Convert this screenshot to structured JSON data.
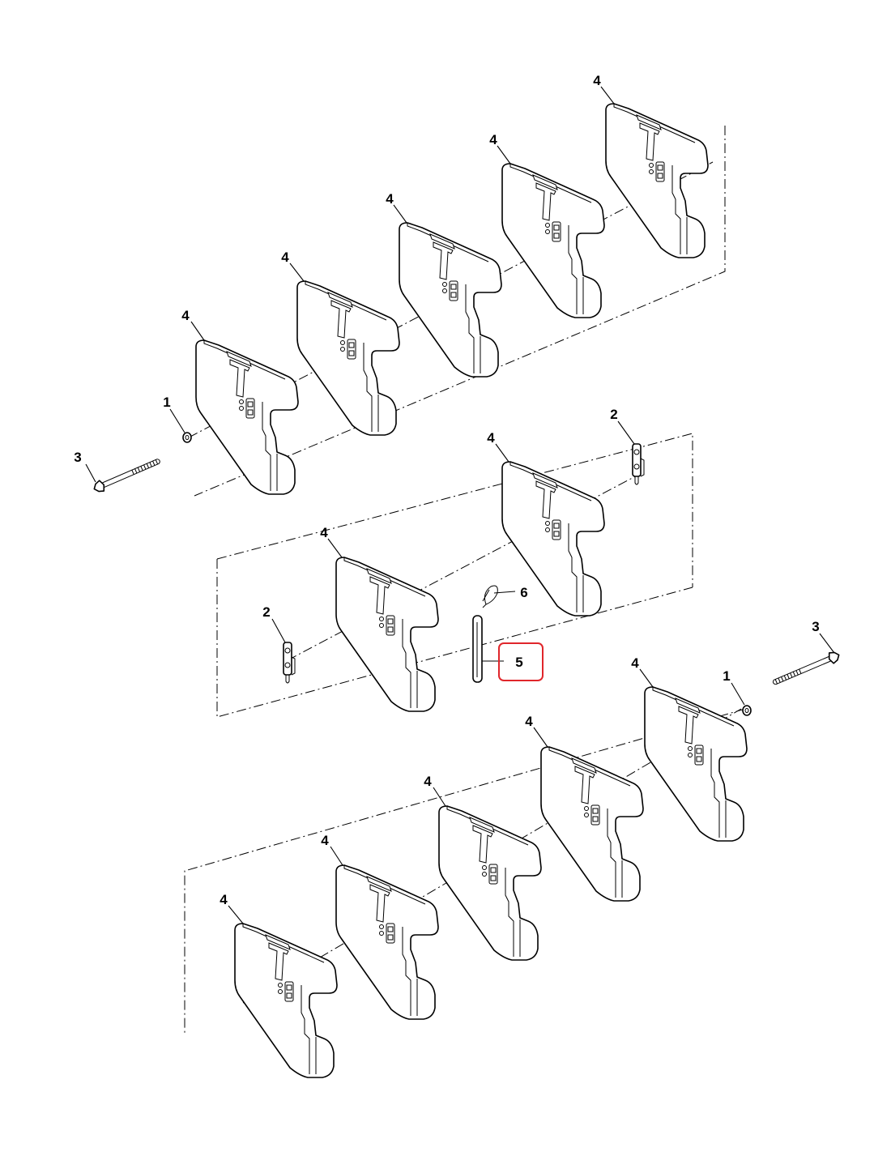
{
  "callouts": {
    "washer_top": "1",
    "washer_bottom": "1",
    "bracket_right": "2",
    "bracket_left": "2",
    "bolt_top": "3",
    "bolt_bottom": "3",
    "weight": "4",
    "pin": "5",
    "clip": "6"
  },
  "highlight": {
    "callout": "5",
    "color": "#e0262b"
  }
}
